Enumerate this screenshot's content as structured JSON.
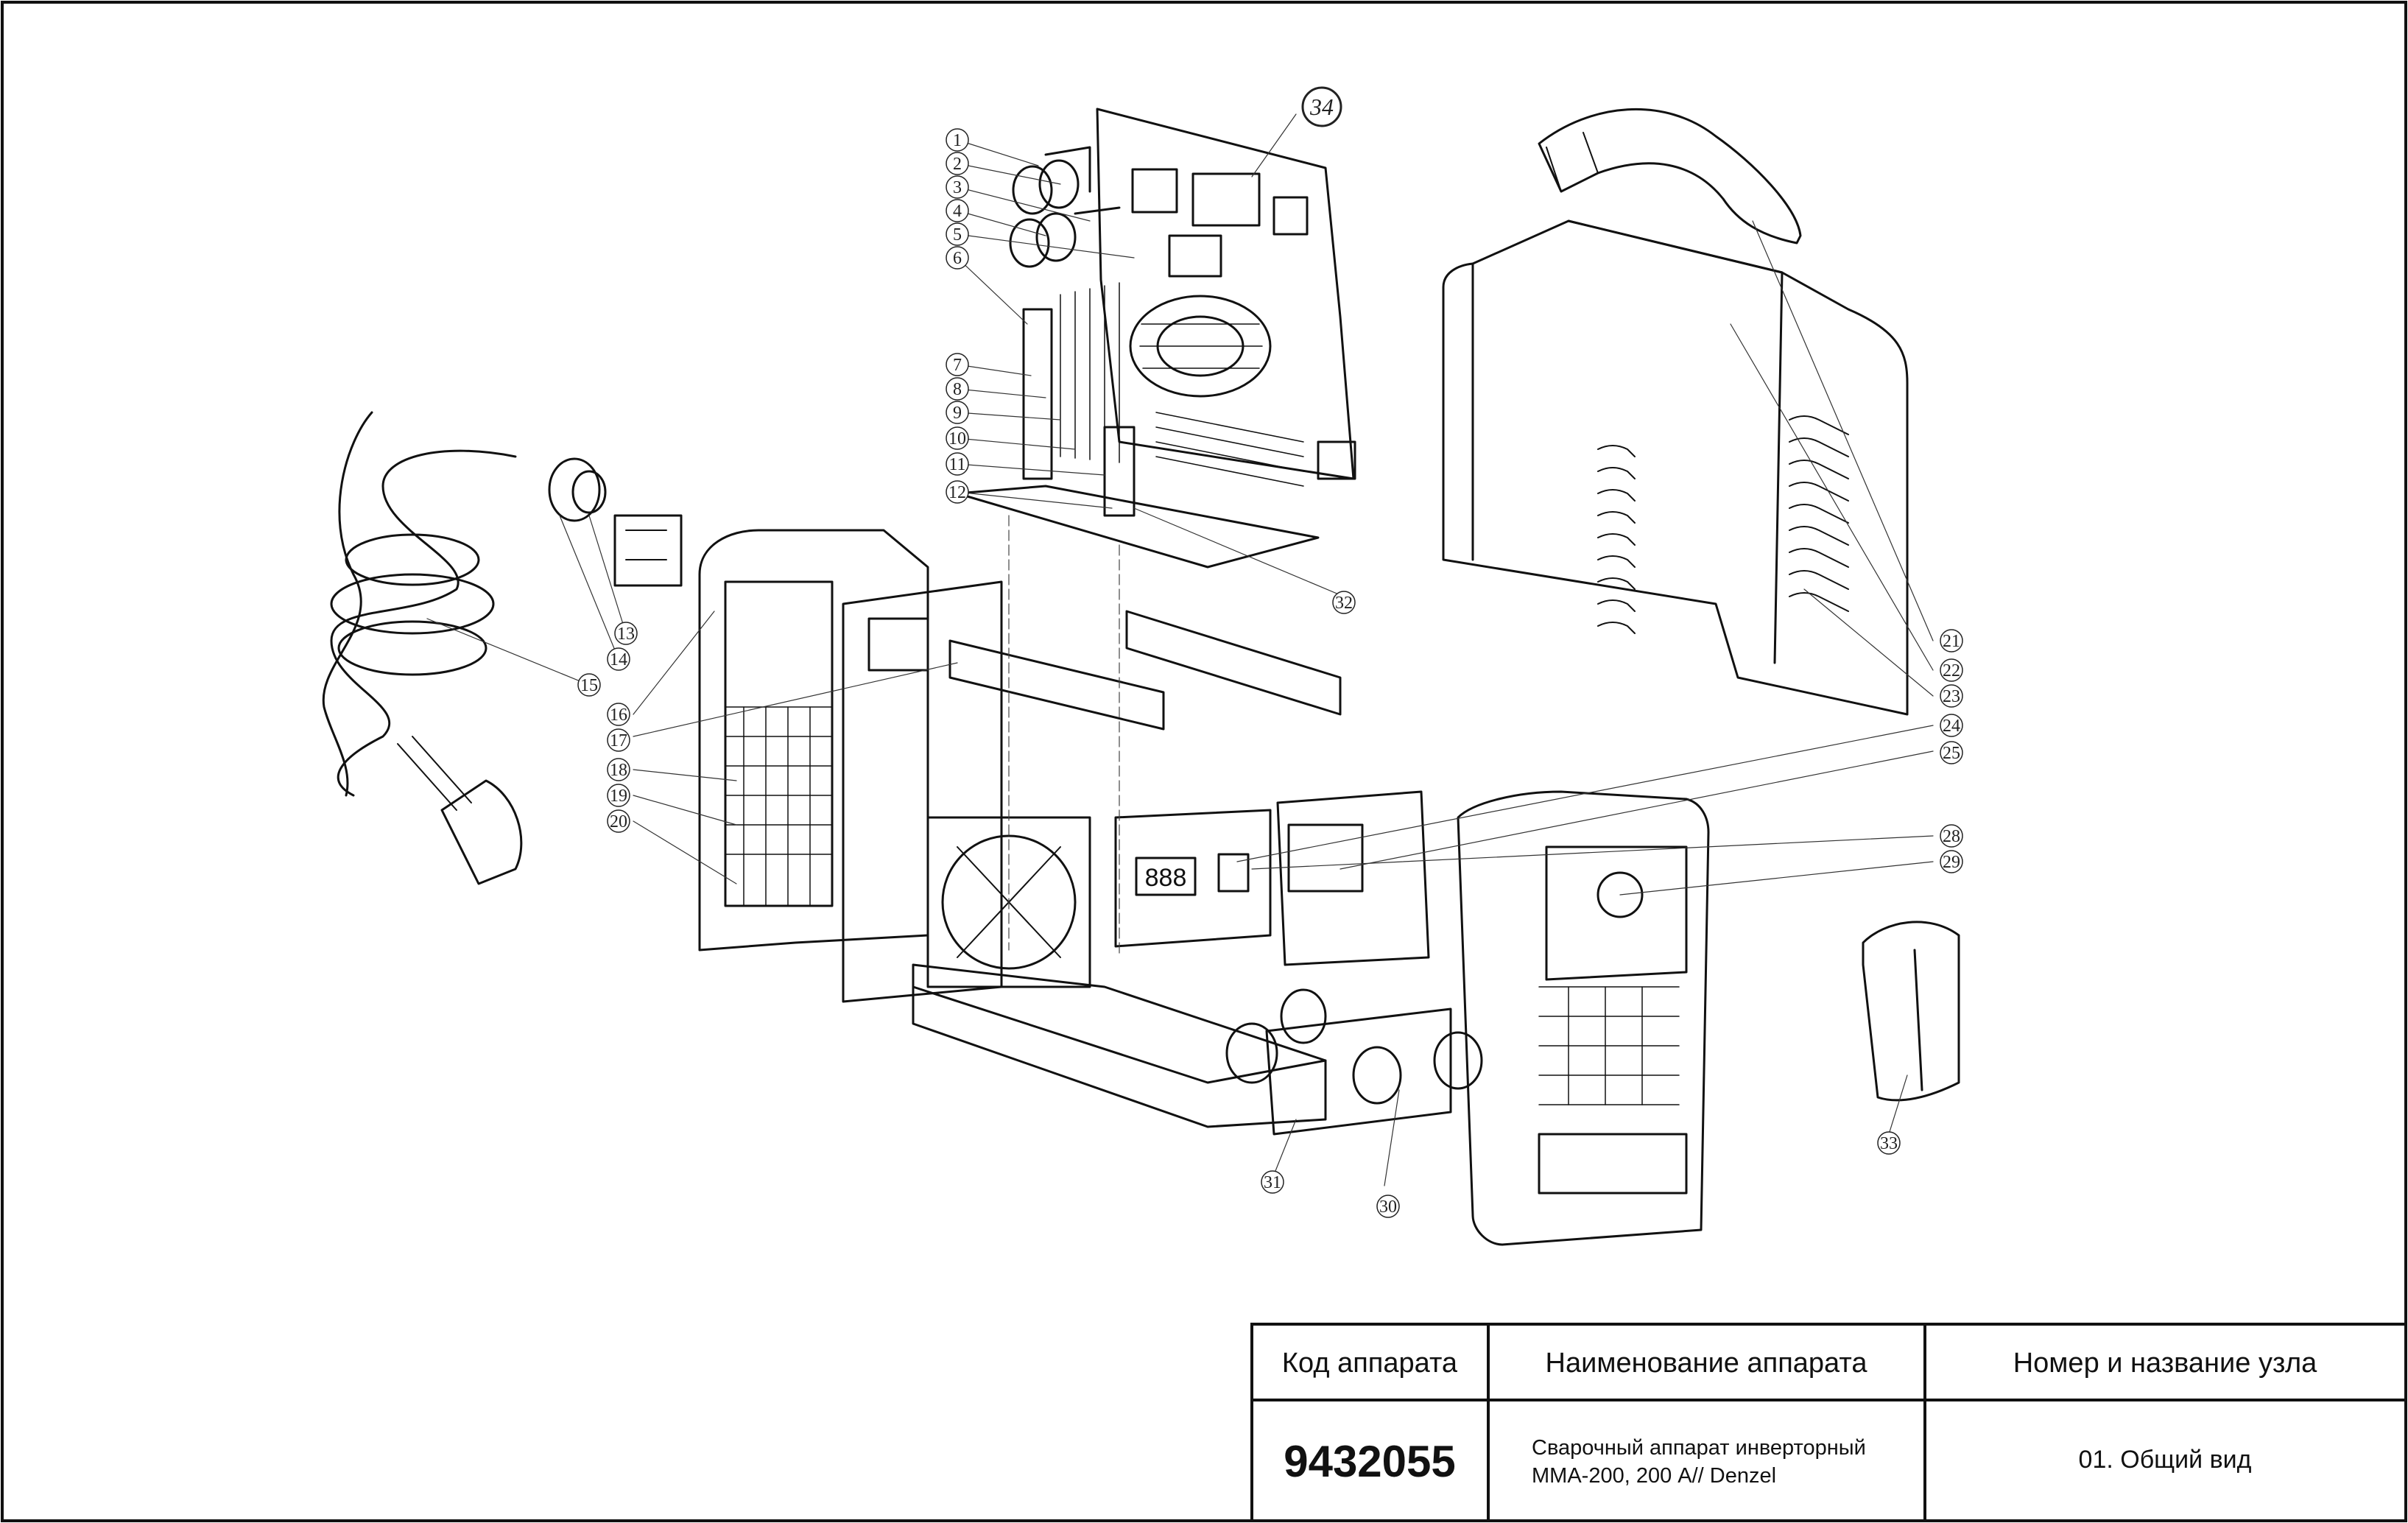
{
  "callouts": [
    {
      "n": "1"
    },
    {
      "n": "2"
    },
    {
      "n": "3"
    },
    {
      "n": "4"
    },
    {
      "n": "5"
    },
    {
      "n": "6"
    },
    {
      "n": "7"
    },
    {
      "n": "8"
    },
    {
      "n": "9"
    },
    {
      "n": "10"
    },
    {
      "n": "11"
    },
    {
      "n": "12"
    },
    {
      "n": "13"
    },
    {
      "n": "14"
    },
    {
      "n": "15"
    },
    {
      "n": "16"
    },
    {
      "n": "17"
    },
    {
      "n": "18"
    },
    {
      "n": "19"
    },
    {
      "n": "20"
    },
    {
      "n": "21"
    },
    {
      "n": "22"
    },
    {
      "n": "23"
    },
    {
      "n": "24"
    },
    {
      "n": "25"
    },
    {
      "n": "28"
    },
    {
      "n": "29"
    },
    {
      "n": "30"
    },
    {
      "n": "31"
    },
    {
      "n": "32"
    },
    {
      "n": "33"
    },
    {
      "n": "34"
    }
  ],
  "display_digits": "888",
  "title_block": {
    "col1_header": "Код аппарата",
    "col2_header": "Наименование аппарата",
    "col3_header": "Номер и название узла",
    "code": "9432055",
    "name_line1": "Сварочный аппарат инверторный",
    "name_line2": "ММА-200, 200 А// Denzel",
    "node": "01. Общий вид"
  }
}
